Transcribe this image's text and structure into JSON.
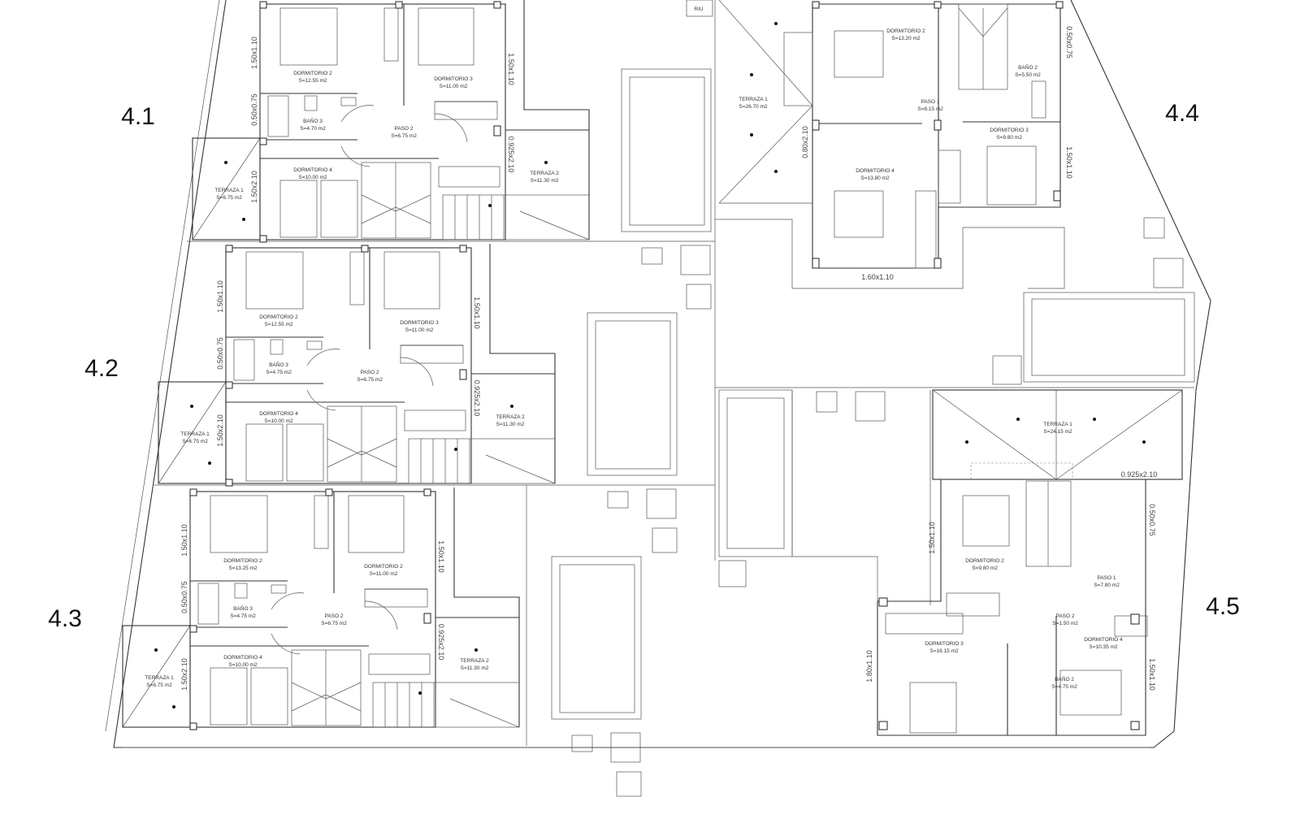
{
  "units": [
    {
      "id": "4.1",
      "rooms": [
        {
          "name": "DORMITORIO 2",
          "area": "S=12.55 m2"
        },
        {
          "name": "DORMITORIO 3",
          "area": "S=11.00 m2"
        },
        {
          "name": "BAÑO 3",
          "area": "S=4.70 m2"
        },
        {
          "name": "PASO 2",
          "area": "S=6.75 m2"
        },
        {
          "name": "DORMITORIO 4",
          "area": "S=10.00 m2"
        },
        {
          "name": "TERRAZA 1",
          "area": "S=6.75 m2"
        },
        {
          "name": "TERRAZA 2",
          "area": "S=11.30 m2"
        }
      ],
      "openings": [
        "1.50x1.10",
        "0.50x0.75",
        "1.50x2.10",
        "1.50x1.10",
        "0.925x2.10"
      ]
    },
    {
      "id": "4.2",
      "rooms": [
        {
          "name": "DORMITORIO 2",
          "area": "S=12.55 m2"
        },
        {
          "name": "DORMITORIO 3",
          "area": "S=11.00 m2"
        },
        {
          "name": "BAÑO 3",
          "area": "S=4.75 m2"
        },
        {
          "name": "PASO 2",
          "area": "S=6.75 m2"
        },
        {
          "name": "DORMITORIO 4",
          "area": "S=10.00 m2"
        },
        {
          "name": "TERRAZA 1",
          "area": "S=6.75 m2"
        },
        {
          "name": "TERRAZA 2",
          "area": "S=11.30 m2"
        }
      ],
      "openings": [
        "1.50x1.10",
        "0.50x0.75",
        "1.50x2.10",
        "1.50x1.10",
        "0.925x2.10"
      ]
    },
    {
      "id": "4.3",
      "rooms": [
        {
          "name": "DORMITORIO 2",
          "area": "S=13.25 m2"
        },
        {
          "name": "DORMITORIO 2",
          "area": "S=11.00 m2"
        },
        {
          "name": "BAÑO 3",
          "area": "S=4.75 m2"
        },
        {
          "name": "PASO 2",
          "area": "S=6.75 m2"
        },
        {
          "name": "DORMITORIO 4",
          "area": "S=10.00 m2"
        },
        {
          "name": "TERRAZA 1",
          "area": "S=6.75 m2"
        },
        {
          "name": "TERRAZA 2",
          "area": "S=11.30 m2"
        }
      ],
      "openings": [
        "1.50x1.10",
        "0.50x0.75",
        "1.50x2.10",
        "1.50x1.10",
        "0.925x2.10"
      ]
    },
    {
      "id": "4.4",
      "rooms": [
        {
          "name": "DORMITORIO 2",
          "area": "S=13.20 m2"
        },
        {
          "name": "BAÑO 2",
          "area": "S=5.50 m2"
        },
        {
          "name": "PASO 1",
          "area": "S=8.15 m2"
        },
        {
          "name": "DORMITORIO 3",
          "area": "S=9.80 m2"
        },
        {
          "name": "DORMITORIO 4",
          "area": "S=13.80 m2"
        },
        {
          "name": "TERRAZA 1",
          "area": "S=26.70 m2"
        }
      ],
      "openings": [
        "0.50x0.75",
        "1.50x1.10",
        "0.80x2.10",
        "1.60x1.10"
      ]
    },
    {
      "id": "4.5",
      "rooms": [
        {
          "name": "TERRAZA 1",
          "area": "S=24.15 m2"
        },
        {
          "name": "DORMITORIO 2",
          "area": "S=9.80 m2"
        },
        {
          "name": "PASO 1",
          "area": "S=7.80 m2"
        },
        {
          "name": "PASO 2",
          "area": "S=1.50 m2"
        },
        {
          "name": "DORMITORIO 3",
          "area": "S=16.15 m2"
        },
        {
          "name": "DORMITORIO 4",
          "area": "S=10.35 m2"
        },
        {
          "name": "BAÑO 2",
          "area": "S=4.75 m2"
        }
      ],
      "openings": [
        "0.925x2.10",
        "1.50x1.10",
        "0.50x0.75",
        "1.80x1.10",
        "1.50x1.10"
      ]
    }
  ],
  "tag": "RIU"
}
